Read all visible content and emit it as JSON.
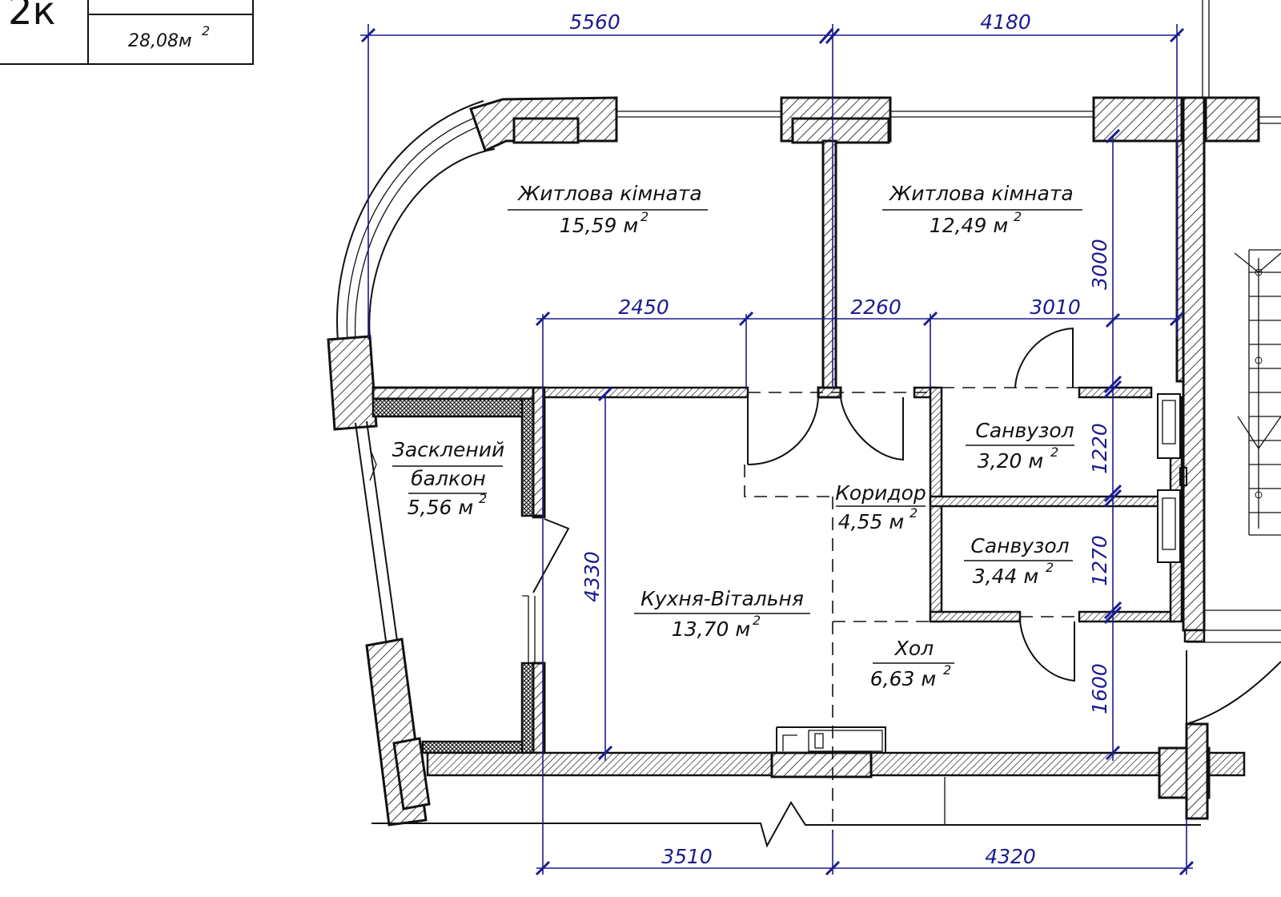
{
  "plan": {
    "badge": {
      "unit_label": "2к",
      "area": "28,08м",
      "area_sup": "2"
    },
    "rooms": [
      {
        "id": "living-room-1",
        "name": "Житлова кімната",
        "area": "15,59 м",
        "sup": "2"
      },
      {
        "id": "living-room-2",
        "name": "Житлова кімната",
        "area": "12,49 м",
        "sup": "2"
      },
      {
        "id": "balcony",
        "name_line1": "Засклений",
        "name_line2": "балкон",
        "area": "5,56 м",
        "sup": "2"
      },
      {
        "id": "kitchen-living",
        "name": "Кухня-Вітальня",
        "area": "13,70 м",
        "sup": "2"
      },
      {
        "id": "corridor",
        "name": "Коридор",
        "area": "4,55 м",
        "sup": "2"
      },
      {
        "id": "bathroom-1",
        "name": "Санвузол",
        "area": "3,20 м",
        "sup": "2"
      },
      {
        "id": "bathroom-2",
        "name": "Санвузол",
        "area": "3,44 м",
        "sup": "2"
      },
      {
        "id": "hall",
        "name": "Хол",
        "area": "6,63 м",
        "sup": "2"
      }
    ],
    "dimensions": {
      "top_left": "5560",
      "top_right": "4180",
      "mid_1": "2450",
      "mid_2": "2260",
      "mid_3": "3010",
      "bottom_left": "3510",
      "bottom_right": "4320",
      "vert_rooms": "3000",
      "vert_kitchen": "4330",
      "vert_bath_1": "1220",
      "vert_bath_2": "1270",
      "vert_hall": "1600"
    }
  }
}
